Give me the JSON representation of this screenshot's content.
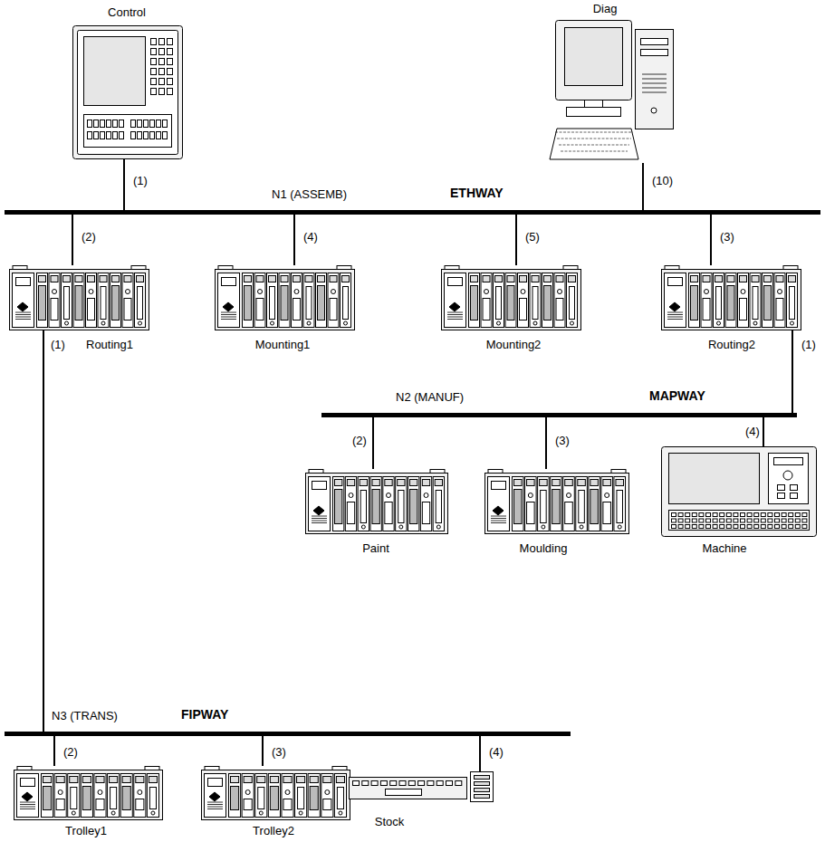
{
  "diagram": {
    "nodes": [
      {
        "text": [
          "Control"
        ]
      },
      {
        "text": [
          "Diag"
        ]
      },
      {
        "text": [
          "N1 (ASSEMB)",
          "ETHWAY"
        ]
      },
      {
        "text": [
          "Routing1"
        ]
      },
      {
        "text": [
          "Mounting1"
        ]
      },
      {
        "text": [
          "Mounting2"
        ]
      },
      {
        "text": [
          "Routing2"
        ]
      },
      {
        "text": [
          "N2 (MANUF)",
          "MAPWAY"
        ]
      },
      {
        "text": [
          "Paint"
        ]
      },
      {
        "text": [
          "Moulding"
        ]
      },
      {
        "text": [
          "Machine"
        ]
      },
      {
        "text": [
          "N3 (TRANS)",
          "FIPWAY"
        ]
      },
      {
        "text": [
          "Trolley1"
        ]
      },
      {
        "text": [
          "Trolley2"
        ]
      },
      {
        "text": [
          "Stock"
        ]
      }
    ],
    "edges": [
      {
        "from": 0,
        "to": 2,
        "label": "(1)",
        "arrow": "none"
      },
      {
        "from": 1,
        "to": 2,
        "label": "(10)",
        "arrow": "none"
      },
      {
        "from": 3,
        "to": 2,
        "label": "(2)",
        "arrow": "none"
      },
      {
        "from": 4,
        "to": 2,
        "label": "(4)",
        "arrow": "none"
      },
      {
        "from": 5,
        "to": 2,
        "label": "(5)",
        "arrow": "none"
      },
      {
        "from": 6,
        "to": 2,
        "label": "(3)",
        "arrow": "none"
      },
      {
        "from": 6,
        "to": 7,
        "label": "(1)",
        "arrow": "none"
      },
      {
        "from": 8,
        "to": 7,
        "label": "(2)",
        "arrow": "none"
      },
      {
        "from": 9,
        "to": 7,
        "label": "(3)",
        "arrow": "none"
      },
      {
        "from": 10,
        "to": 7,
        "label": "(4)",
        "arrow": "none"
      },
      {
        "from": 3,
        "to": 11,
        "label": "(1)",
        "arrow": "none"
      },
      {
        "from": 12,
        "to": 11,
        "label": "(2)",
        "arrow": "none"
      },
      {
        "from": 13,
        "to": 11,
        "label": "(3)",
        "arrow": "none"
      },
      {
        "from": 14,
        "to": 11,
        "label": "(4)",
        "arrow": "none"
      }
    ]
  }
}
